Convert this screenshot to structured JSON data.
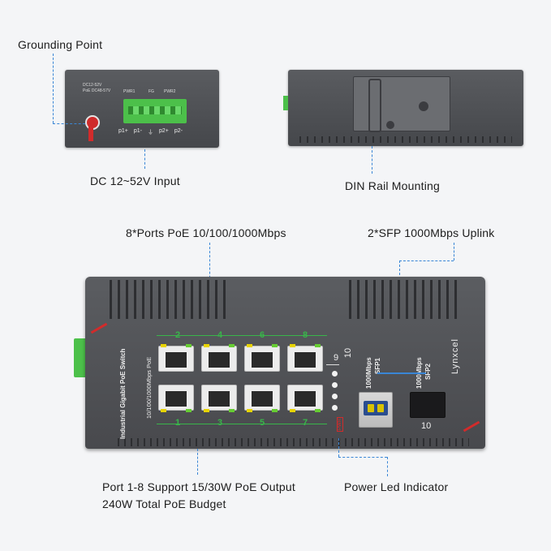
{
  "callouts": {
    "grounding": "Grounding Point",
    "dc_input": "DC 12~52V Input",
    "din_rail": "DIN Rail Mounting",
    "poe_ports": "8*Ports PoE 10/100/1000Mbps",
    "sfp_uplink": "2*SFP 1000Mbps Uplink",
    "poe_budget_line1": "Port 1-8 Support 15/30W PoE Output",
    "poe_budget_line2": "240W Total PoE Budget",
    "power_led": "Power Led Indicator"
  },
  "top_panel": {
    "spec_line1": "DC12-52V",
    "spec_line2": "PoE DC48-57V",
    "pwr1": "PWR1",
    "fg": "FG",
    "pwr2": "PWR2",
    "pins": [
      "p1+",
      "p1-",
      "⏚",
      "p2+",
      "p2-"
    ]
  },
  "device": {
    "side_label": "Industrial Gigabit PoE Switch",
    "port_label": "10/100/1000Mbps PoE",
    "brand": "Lynxcel",
    "top_ports": [
      "2",
      "4",
      "6",
      "8"
    ],
    "bottom_ports": [
      "1",
      "3",
      "5",
      "7"
    ],
    "sfp_led_labels": [
      "9",
      "10"
    ],
    "pwr_label": "PWR",
    "sfp1_speed": "1000Mbps",
    "sfp1_name": "SFP1",
    "sfp2_speed": "1000Mbps",
    "sfp2_name": "SFP2",
    "sfp_port_number": "10"
  },
  "colors": {
    "leader": "#3a86d6",
    "accent_red": "#d22b2b",
    "port_green": "#39b54a",
    "terminal_green": "#4cc04a"
  }
}
